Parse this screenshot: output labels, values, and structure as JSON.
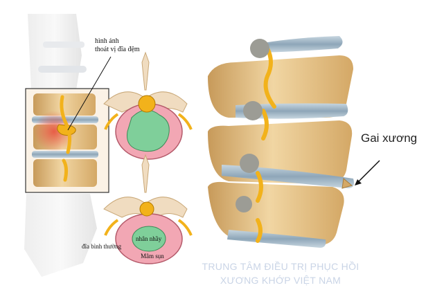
{
  "labels": {
    "herniation_line1": "hình ảnh",
    "herniation_line2": "thoát vị đĩa đệm",
    "normal_disc": "đĩa bình thường",
    "nucleus": "nhân nhầy",
    "endplate": "Mâm sụn",
    "bone_spur": "Gai xương"
  },
  "watermark": {
    "line1": "TRUNG TÂM ĐIỀU TRỊ PHỤC HỒI",
    "line2": "XƯƠNG KHỚP VIỆT NAM"
  },
  "colors": {
    "bone": "#e9c98f",
    "bone_shadow": "#c79a5a",
    "disc": "#9fb4c4",
    "nerve": "#f2b21b",
    "nucleus": "#7fcf9a",
    "annulus": "#f2a7b4",
    "inflammation": "#e84a3a",
    "osteophyte": "#9c9c95"
  }
}
